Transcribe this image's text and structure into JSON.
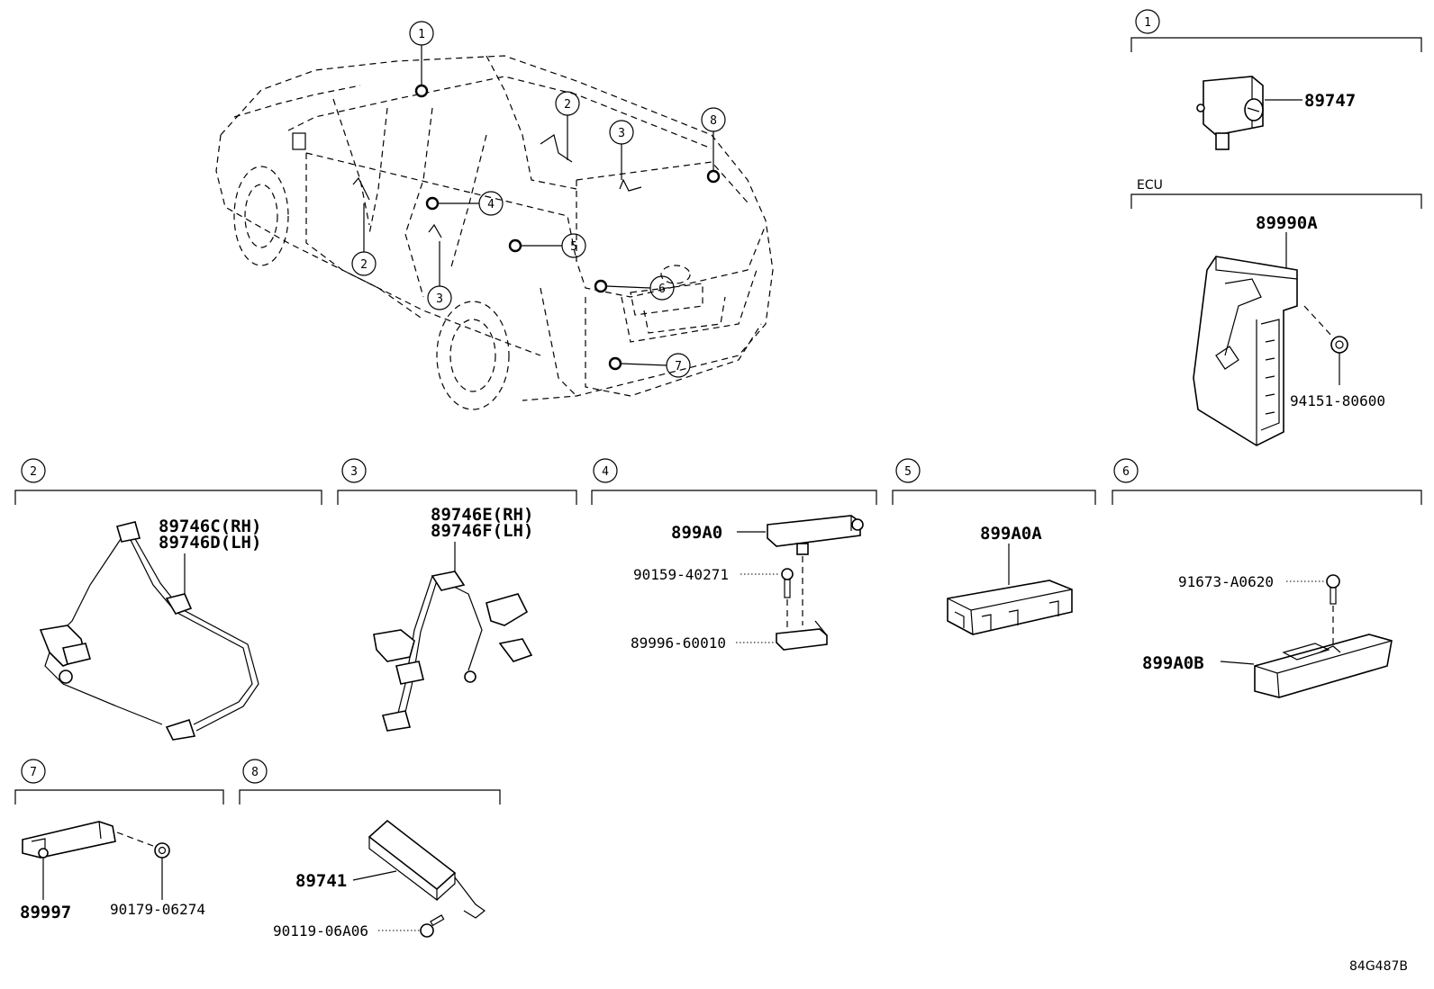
{
  "diagram": {
    "reference_code": "84G487B",
    "vehicle_callouts": [
      "1",
      "2",
      "3",
      "4",
      "5",
      "6",
      "7",
      "8",
      "2",
      "3"
    ],
    "sections": [
      {
        "number": "1",
        "label": "",
        "parts": [
          "89747"
        ]
      },
      {
        "number": "",
        "label": "ECU",
        "parts": [
          "89990A",
          "94151-80600"
        ]
      },
      {
        "number": "2",
        "label": "",
        "parts": [
          "89746C(RH)",
          "89746D(LH)"
        ]
      },
      {
        "number": "3",
        "label": "",
        "parts": [
          "89746E(RH)",
          "89746F(LH)"
        ]
      },
      {
        "number": "4",
        "label": "",
        "parts": [
          "899A0",
          "90159-40271",
          "89996-60010"
        ]
      },
      {
        "number": "5",
        "label": "",
        "parts": [
          "899A0A"
        ]
      },
      {
        "number": "6",
        "label": "",
        "parts": [
          "91673-A0620",
          "899A0B"
        ]
      },
      {
        "number": "7",
        "label": "",
        "parts": [
          "89997",
          "90179-06274"
        ]
      },
      {
        "number": "8",
        "label": "",
        "parts": [
          "89741",
          "90119-06A06"
        ]
      }
    ]
  }
}
